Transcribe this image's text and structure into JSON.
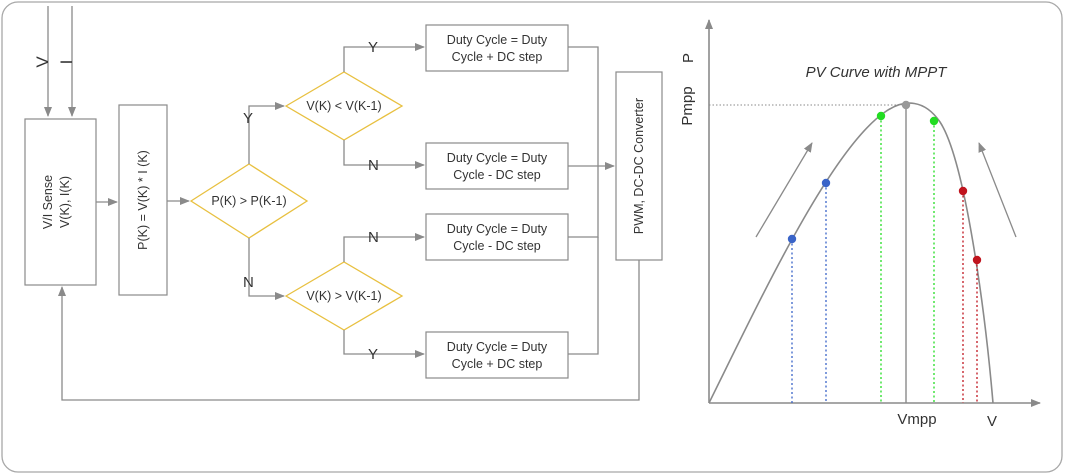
{
  "colors": {
    "line": "#8a8a8a",
    "diamond": "#e8c040",
    "blue": "#3a64c8",
    "green": "#22dd22",
    "red": "#c0141e",
    "gray_point": "#999999"
  },
  "flowchart": {
    "input_v": "V",
    "input_i": "I",
    "sense_line1": "V/I Sense",
    "sense_line2": "V(K), I(K)",
    "power_calc": "P(K) = V(K) * I (K)",
    "decision_main": "P(K) > P(K-1)",
    "decision_upper": "V(K) < V(K-1)",
    "decision_lower": "V(K) > V(K-1)",
    "yes": "Y",
    "no": "N",
    "out1_line1": "Duty Cycle = Duty",
    "out1_line2": "Cycle + DC step",
    "out2_line1": "Duty Cycle = Duty",
    "out2_line2": "Cycle - DC step",
    "out3_line1": "Duty Cycle = Duty",
    "out3_line2": "Cycle - DC step",
    "out4_line1": "Duty Cycle = Duty",
    "out4_line2": "Cycle + DC step",
    "converter": "PWM, DC-DC Converter"
  },
  "pv_curve": {
    "title": "PV Curve with MPPT",
    "x_axis_label": "V",
    "y_axis_label": "P",
    "vmpp_label": "Vmpp",
    "pmpp_label": "Pmpp"
  }
}
